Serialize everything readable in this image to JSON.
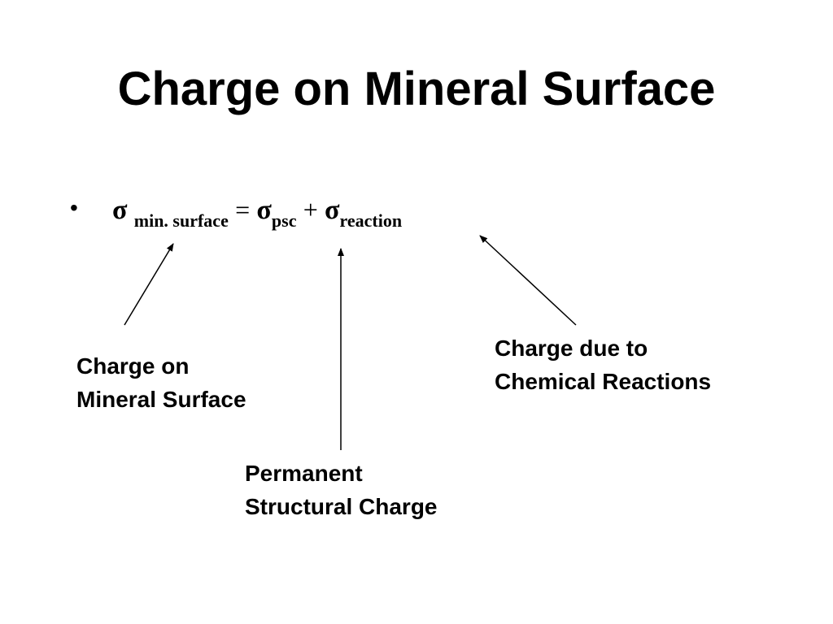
{
  "title": "Charge on Mineral Surface",
  "formula": {
    "bullet": "•",
    "sigma": "σ",
    "sub_surface": "min. surface",
    "equals": "=",
    "sub_psc": "psc",
    "plus": "+",
    "sub_reaction": "reaction"
  },
  "labels": {
    "surface": [
      "Charge on",
      "Mineral Surface"
    ],
    "psc": [
      "Permanent",
      "Structural Charge"
    ],
    "reaction": [
      "Charge due to",
      "Chemical Reactions"
    ]
  },
  "colors": {
    "text": "#000000",
    "background": "#ffffff"
  }
}
